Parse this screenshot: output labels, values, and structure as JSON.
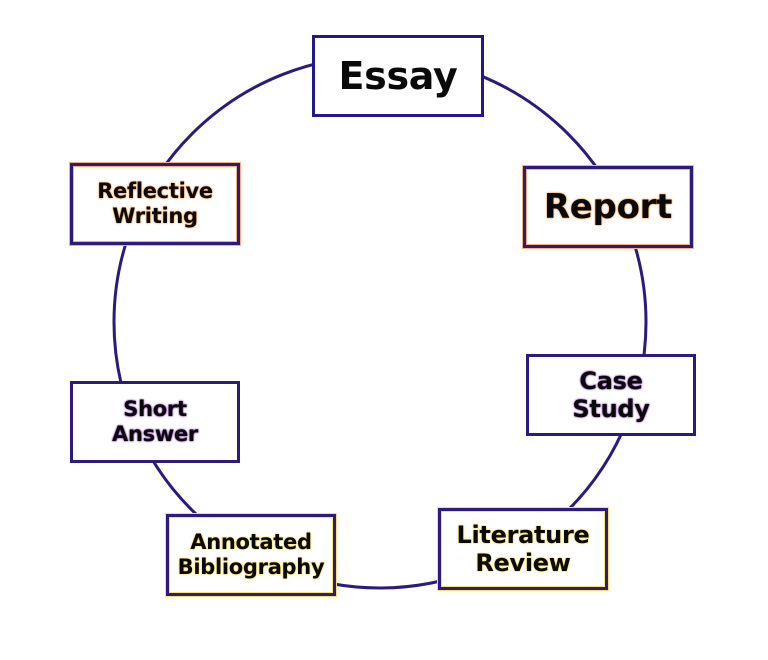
{
  "diagram": {
    "type": "cycle",
    "colors": {
      "connector": "#2e1a7a",
      "border": "#2e1a7a",
      "text": "#0a0a0a",
      "background": "#ffffff"
    },
    "nodes": [
      {
        "id": "essay",
        "label": "Essay",
        "glow": "#2e1a7a"
      },
      {
        "id": "report",
        "label": "Report",
        "glow": "#f08a2a"
      },
      {
        "id": "case-study",
        "label": "Case\nStudy",
        "glow": "#7a2aa8"
      },
      {
        "id": "literature-review",
        "label": "Literature\nReview",
        "glow": "#f0d020"
      },
      {
        "id": "annotated-bibliography",
        "label": "Annotated\nBibliography",
        "glow": "#f0d020"
      },
      {
        "id": "short-answer",
        "label": "Short\nAnswer",
        "glow": "#7a2aa8"
      },
      {
        "id": "reflective-writing",
        "label": "Reflective\nWriting",
        "glow": "#f08a2a"
      }
    ]
  }
}
